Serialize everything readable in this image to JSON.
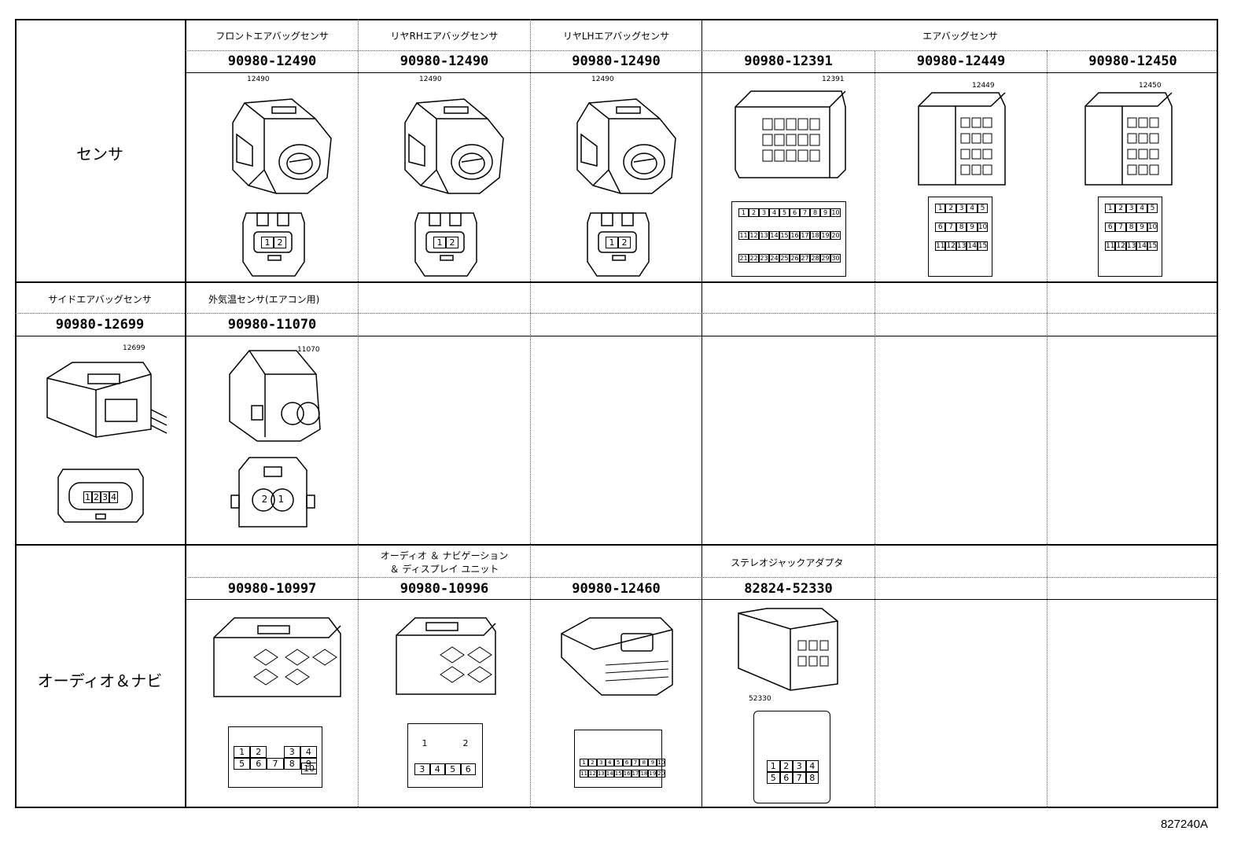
{
  "categories": {
    "sensor": "センサ",
    "audio_navi": "オーディオ＆ナビ"
  },
  "section1": {
    "headers": [
      "フロントエアバッグセンサ",
      "リヤRHエアバッグセンサ",
      "リヤLHエアバッグセンサ",
      "エアバッグセンサ"
    ],
    "parts": [
      "90980-12490",
      "90980-12490",
      "90980-12490",
      "90980-12391",
      "90980-12449",
      "90980-12450"
    ],
    "callouts": [
      "12490",
      "12490",
      "12490",
      "12391",
      "12449",
      "12450"
    ],
    "pins_2": [
      "1",
      "2"
    ],
    "pins_20": [
      "1",
      "2",
      "3",
      "4",
      "5",
      "6",
      "7",
      "8",
      "9",
      "10",
      "11",
      "12",
      "13",
      "14",
      "15",
      "16",
      "17",
      "18",
      "19",
      "20",
      "21",
      "22",
      "23",
      "24",
      "25",
      "26",
      "27",
      "28",
      "29",
      "30"
    ],
    "pins_15": [
      "1",
      "2",
      "3",
      "4",
      "5",
      "6",
      "7",
      "8",
      "9",
      "10",
      "11",
      "12",
      "13",
      "14",
      "15"
    ]
  },
  "section2": {
    "headers": [
      "サイドエアバッグセンサ",
      "外気温センサ(エアコン用)"
    ],
    "parts": [
      "90980-12699",
      "90980-11070"
    ],
    "callouts": [
      "12699",
      "11070"
    ],
    "pins_4": [
      "1",
      "2",
      "3",
      "4"
    ],
    "pins_2b": [
      "2",
      "1"
    ]
  },
  "section3": {
    "headers": [
      "オーディオ ＆ ナビゲーション",
      "＆ ディスプレイ ユニット",
      "ステレオジャックアダプタ"
    ],
    "parts": [
      "90980-10997",
      "90980-10996",
      "90980-12460",
      "82824-52330"
    ],
    "callouts": [
      "52330"
    ],
    "pins_10": [
      "1",
      "2",
      "3",
      "4",
      "5",
      "6",
      "7",
      "8",
      "9",
      "10"
    ],
    "pins_6": [
      "1",
      "2",
      "3",
      "4",
      "5",
      "6"
    ],
    "pins_8": [
      "1",
      "2",
      "3",
      "4",
      "5",
      "6",
      "7",
      "8"
    ]
  },
  "figure_id": "827240A"
}
